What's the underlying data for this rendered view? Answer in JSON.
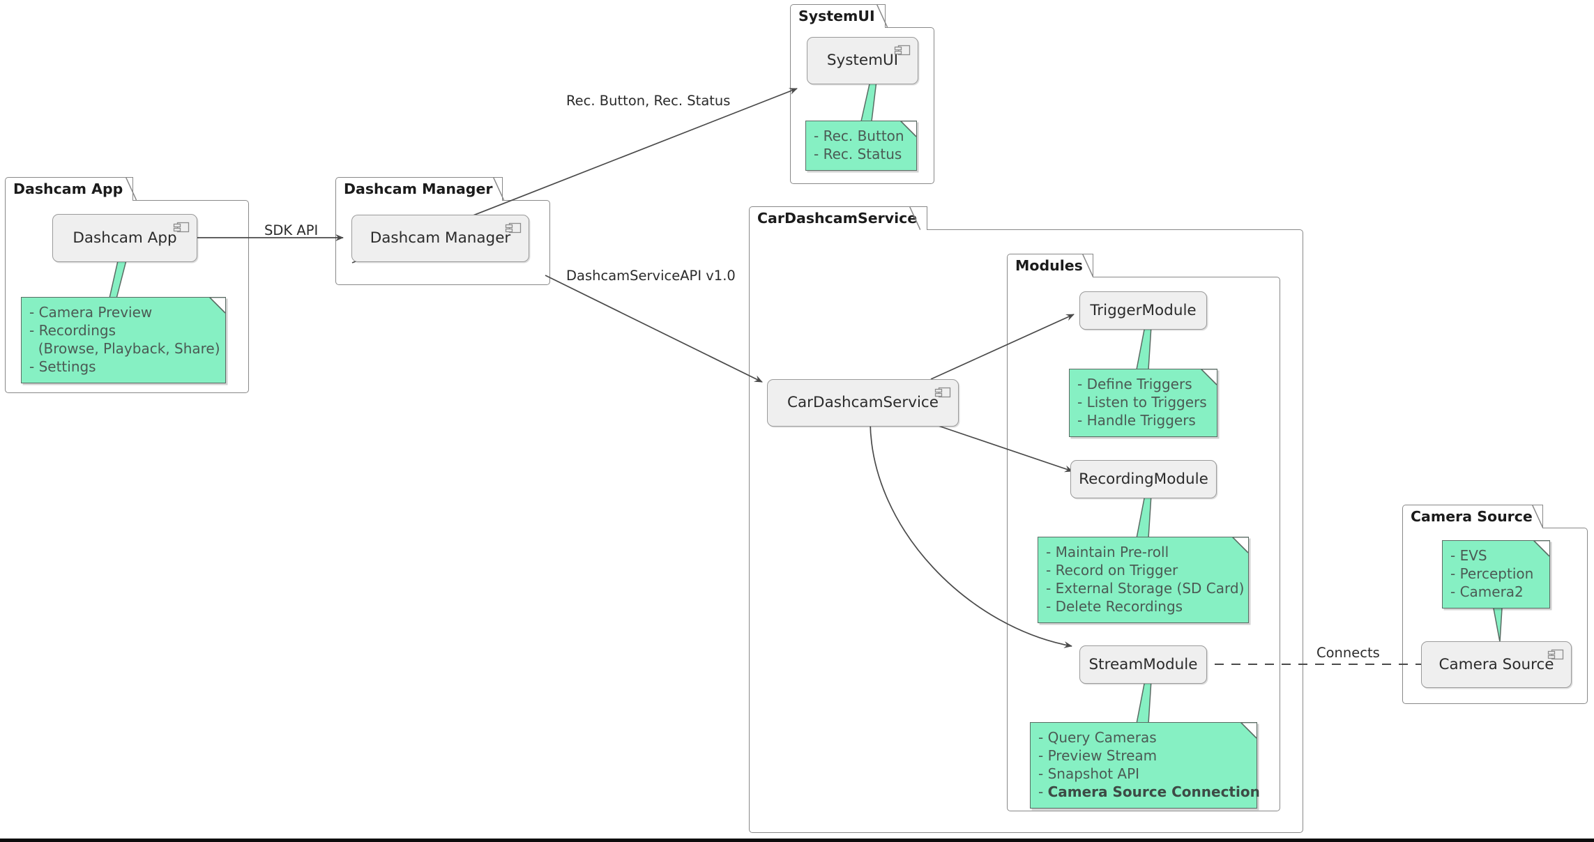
{
  "diagram": {
    "type": "uml-component-diagram",
    "colors": {
      "note_fill": "#86F0C3",
      "note_border": "#5A6B63",
      "component_fill": "#EFEFEF",
      "component_border": "#9A9A9A",
      "package_border": "#888888",
      "text": "#2B2B2B",
      "bottom_bar": "#0D0D0D"
    }
  },
  "packages": {
    "dashcam_app": {
      "title": "Dashcam App",
      "component": "Dashcam App",
      "component_icon": "uml-component-icon",
      "note": "- Camera Preview\n- Recordings\n  (Browse, Playback, Share)\n- Settings"
    },
    "dashcam_manager": {
      "title": "Dashcam Manager",
      "component": "Dashcam Manager",
      "component_icon": "uml-component-icon"
    },
    "system_ui": {
      "title": "SystemUI",
      "component": "SystemUI",
      "component_icon": "uml-component-icon",
      "note": "- Rec. Button\n- Rec. Status"
    },
    "car_dashcam_service": {
      "title": "CarDashcamService",
      "component": "CarDashcamService",
      "component_icon": "uml-component-icon"
    },
    "modules": {
      "title": "Modules",
      "items": [
        {
          "component": "TriggerModule",
          "note": "- Define Triggers\n- Listen to Triggers\n- Handle Triggers"
        },
        {
          "component": "RecordingModule",
          "note": "- Maintain Pre-roll\n- Record on Trigger\n- External Storage (SD Card)\n- Delete Recordings"
        },
        {
          "component": "StreamModule",
          "note_plain": "- Query Cameras\n- Preview Stream\n- Snapshot API\n- ",
          "note_bold": "Camera Source Connection"
        }
      ]
    },
    "camera_source": {
      "title": "Camera Source",
      "component": "Camera Source",
      "component_icon": "uml-component-icon",
      "note": "- EVS\n- Perception\n- Camera2"
    }
  },
  "edges": [
    {
      "label": "SDK API",
      "from": "Dashcam App",
      "to": "Dashcam Manager",
      "style": "solid-arrow"
    },
    {
      "label": "Rec. Button, Rec. Status",
      "from": "Dashcam Manager",
      "to": "SystemUI",
      "style": "solid-arrow"
    },
    {
      "label": "DashcamServiceAPI v1.0",
      "from": "Dashcam Manager",
      "to": "CarDashcamService",
      "style": "solid-arrow"
    },
    {
      "label": "",
      "from": "CarDashcamService",
      "to": "TriggerModule",
      "style": "solid-arrow"
    },
    {
      "label": "",
      "from": "CarDashcamService",
      "to": "RecordingModule",
      "style": "solid-arrow"
    },
    {
      "label": "",
      "from": "CarDashcamService",
      "to": "StreamModule",
      "style": "solid-arrow"
    },
    {
      "label": "Connects",
      "from": "StreamModule",
      "to": "Camera Source",
      "style": "dashed"
    }
  ]
}
